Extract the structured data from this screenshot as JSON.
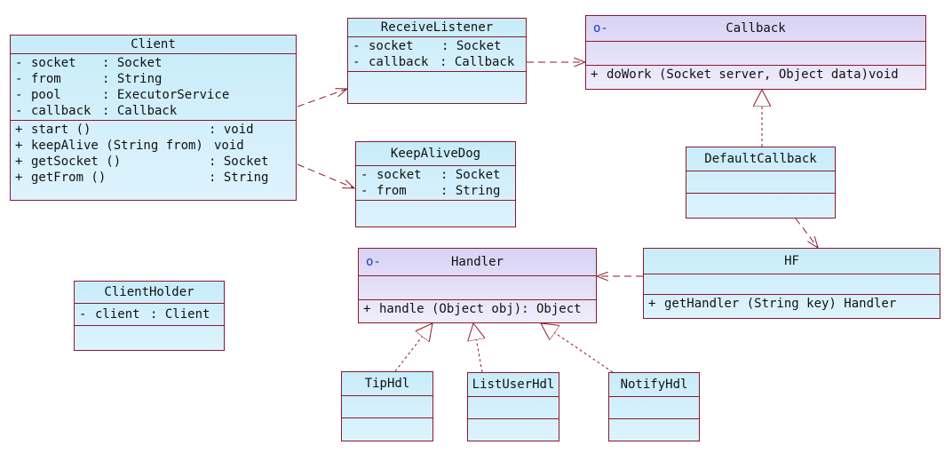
{
  "classes": {
    "client": {
      "name": "Client",
      "attributes": [
        {
          "vis": "-",
          "name": "socket",
          "type": "Socket"
        },
        {
          "vis": "-",
          "name": "from",
          "type": "String"
        },
        {
          "vis": "-",
          "name": "pool",
          "type": "ExecutorService"
        },
        {
          "vis": "-",
          "name": "callback",
          "type": "Callback"
        }
      ],
      "operations": [
        {
          "vis": "+",
          "name": "start ()",
          "type": "void"
        },
        {
          "vis": "+",
          "name": "keepAlive (String from)",
          "type": "void"
        },
        {
          "vis": "+",
          "name": "getSocket ()",
          "type": "Socket"
        },
        {
          "vis": "+",
          "name": "getFrom ()",
          "type": "String"
        }
      ]
    },
    "receive_listener": {
      "name": "ReceiveListener",
      "attributes": [
        {
          "vis": "-",
          "name": "socket",
          "type": "Socket"
        },
        {
          "vis": "-",
          "name": "callback",
          "type": "Callback"
        }
      ]
    },
    "callback": {
      "name": "Callback",
      "interface_marker": "o-",
      "operations": [
        {
          "vis": "+",
          "text": "doWork (Socket server, Object data)void"
        }
      ]
    },
    "keep_alive_dog": {
      "name": "KeepAliveDog",
      "attributes": [
        {
          "vis": "-",
          "name": "socket",
          "type": "Socket"
        },
        {
          "vis": "-",
          "name": "from",
          "type": "String"
        }
      ]
    },
    "default_callback": {
      "name": "DefaultCallback"
    },
    "hf": {
      "name": "HF",
      "operations": [
        {
          "vis": "+",
          "text": "getHandler (String key) Handler"
        }
      ]
    },
    "handler": {
      "name": "Handler",
      "interface_marker": "o-",
      "operations": [
        {
          "vis": "+",
          "text": "handle (Object obj): Object"
        }
      ]
    },
    "client_holder": {
      "name": "ClientHolder",
      "attributes": [
        {
          "vis": "-",
          "name": "client",
          "type": "Client"
        }
      ]
    },
    "tip_hdl": {
      "name": "TipHdl"
    },
    "list_user_hdl": {
      "name": "ListUserHdl"
    },
    "notify_hdl": {
      "name": "NotifyHdl"
    }
  },
  "colors": {
    "border": "#8b1a2b",
    "class_fill": "#c8ecfa",
    "interface_fill": "#d8d2f4",
    "interface_marker": "#1a3cc8"
  }
}
